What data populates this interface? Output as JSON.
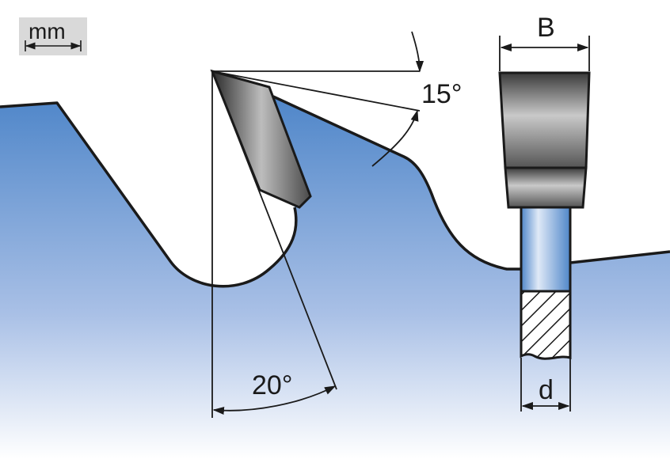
{
  "unit_badge": {
    "text": "mm"
  },
  "labels": {
    "kerf_width": "B",
    "body_thickness": "d",
    "clearance_angle": "15°",
    "hook_angle": "20°"
  },
  "colors": {
    "blade_top": "#4f86c9",
    "blade_bottom": "#ffffff",
    "outline": "#1a1a1a",
    "badge_bg": "#d9d9d9"
  }
}
